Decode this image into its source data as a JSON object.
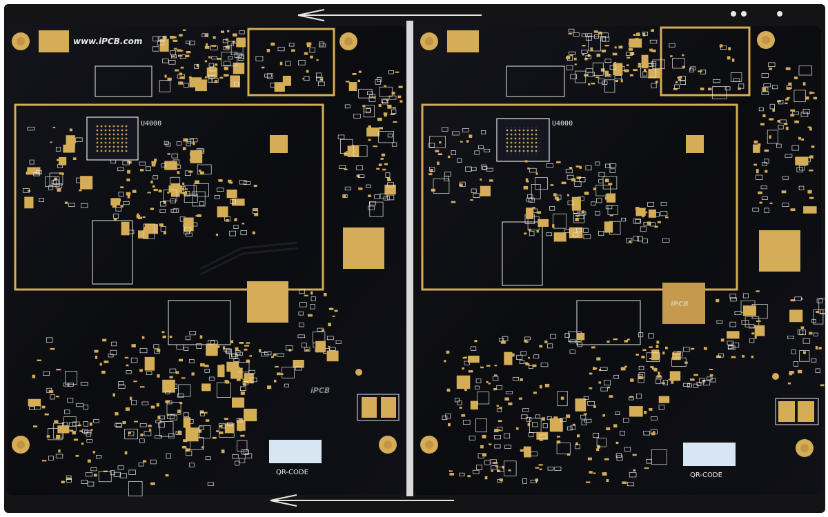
{
  "photo": {
    "subject": "panel-of-two-identical-pcbs",
    "colors": {
      "background": "#ffffff",
      "rail": "#141416",
      "solder_mask": "#0b0c10",
      "mask_highlight": "#1a1b22",
      "gold": "#d6ad57",
      "gold_light": "#e6c57a",
      "silkscreen": "#e9e9e4",
      "qr_pad": "#d7e6f2"
    }
  },
  "labels": {
    "watermark_url": "www.iPCB.com",
    "watermark_center": "iPCB",
    "watermark_right": "iPCB",
    "chip_ref_left": "U4000",
    "chip_ref_right": "U4000",
    "qr_left": "QR-CODE",
    "qr_right": "QR-CODE"
  },
  "icons": {
    "top_arrow": "arrow-left-icon",
    "bottom_arrow": "arrow-left-icon",
    "mounting_hole": "mounting-hole-icon",
    "fiducial": "fiducial-icon"
  }
}
